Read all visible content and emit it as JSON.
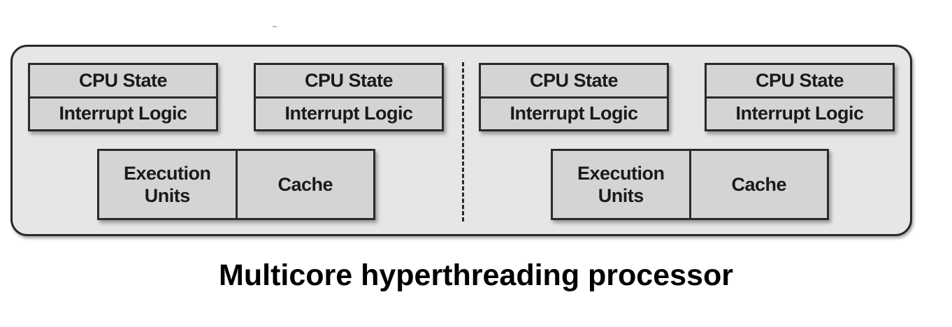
{
  "diagram": {
    "caption": "Multicore hyperthreading processor",
    "cores": [
      {
        "threads": [
          {
            "cpu_state": "CPU State",
            "interrupt_logic": "Interrupt Logic"
          },
          {
            "cpu_state": "CPU State",
            "interrupt_logic": "Interrupt Logic"
          }
        ],
        "execution_units": "Execution Units",
        "cache": "Cache"
      },
      {
        "threads": [
          {
            "cpu_state": "CPU State",
            "interrupt_logic": "Interrupt Logic"
          },
          {
            "cpu_state": "CPU State",
            "interrupt_logic": "Interrupt Logic"
          }
        ],
        "execution_units": "Execution Units",
        "cache": "Cache"
      }
    ]
  }
}
